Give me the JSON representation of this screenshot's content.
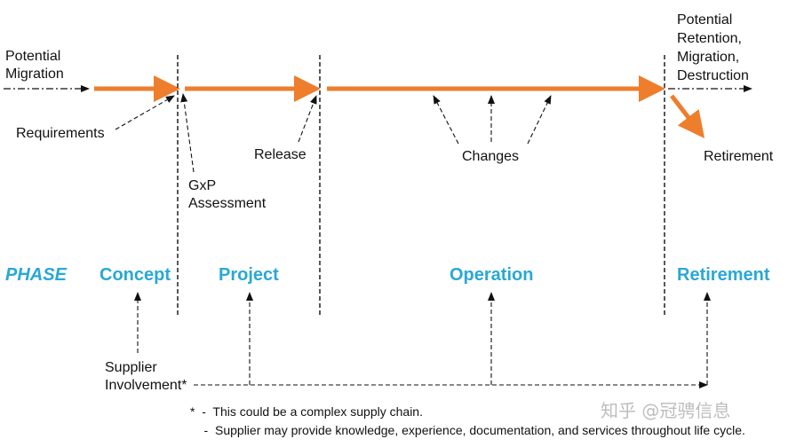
{
  "colors": {
    "arrow_orange": "#ee7d2c",
    "phase_blue": "#29a8d6",
    "ink": "#111111"
  },
  "labels": {
    "potential_migration": [
      "Potential",
      "Migration"
    ],
    "potential_end": [
      "Potential",
      "Retention,",
      "Migration,",
      "Destruction"
    ],
    "requirements": "Requirements",
    "gxp": [
      "GxP",
      "Assessment"
    ],
    "release": "Release",
    "changes": "Changes",
    "retirement_event": "Retirement",
    "supplier": [
      "Supplier",
      "Involvement*"
    ]
  },
  "phases": {
    "phase": "PHASE",
    "concept": "Concept",
    "project": "Project",
    "operation": "Operation",
    "retirement": "Retirement"
  },
  "notes": [
    "*  -  This could be a complex supply chain.",
    "    -  Supplier may provide knowledge, experience, documentation, and services throughout life cycle."
  ],
  "watermark": "知乎 @冠骋信息"
}
